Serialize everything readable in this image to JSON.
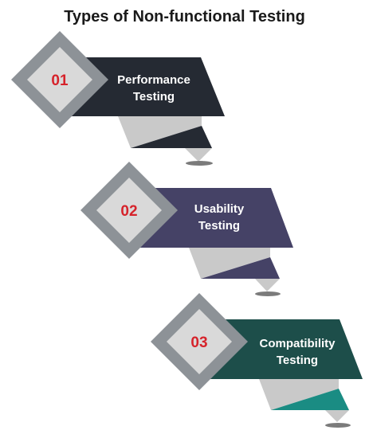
{
  "title": "Types of Non-functional Testing",
  "items": [
    {
      "number": "01",
      "line1": "Performance",
      "line2": "Testing",
      "color": "#252a33"
    },
    {
      "number": "02",
      "line1": "Usability",
      "line2": "Testing",
      "color": "#454266"
    },
    {
      "number": "03",
      "line1": "Compatibility",
      "line2": "Testing",
      "color": "#1d4e4a"
    }
  ],
  "colors": {
    "diamond_outer": "#8d9297",
    "diamond_inner": "#d9d9d9",
    "fold_gray": "#c9c9c9",
    "shadow": "#7b7b7b",
    "accent_teal": "#1a8c83"
  }
}
